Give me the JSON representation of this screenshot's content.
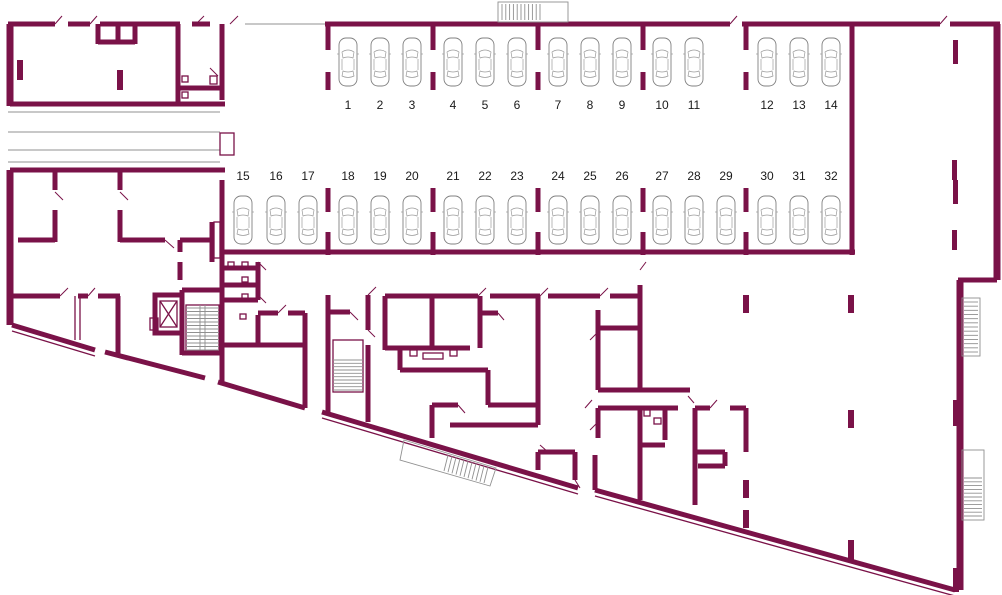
{
  "parking": {
    "top_row": [
      "1",
      "2",
      "3",
      "4",
      "5",
      "6",
      "7",
      "8",
      "9",
      "10",
      "11",
      "12",
      "13",
      "14"
    ],
    "bottom_row": [
      "15",
      "16",
      "17",
      "18",
      "19",
      "20",
      "21",
      "22",
      "23",
      "24",
      "25",
      "26",
      "27",
      "28",
      "29",
      "30",
      "31",
      "32"
    ]
  },
  "colors": {
    "wall": "#7a1248",
    "car_outline": "#808080",
    "stair_lines": "#909090",
    "labels": "#1a1a1a"
  },
  "icons": {
    "parking_space": "car-top-view-icon",
    "stairs": "stair-flight-icon",
    "elevator": "elevator-shaft-icon",
    "toilet": "toilet-fixture-icon"
  }
}
